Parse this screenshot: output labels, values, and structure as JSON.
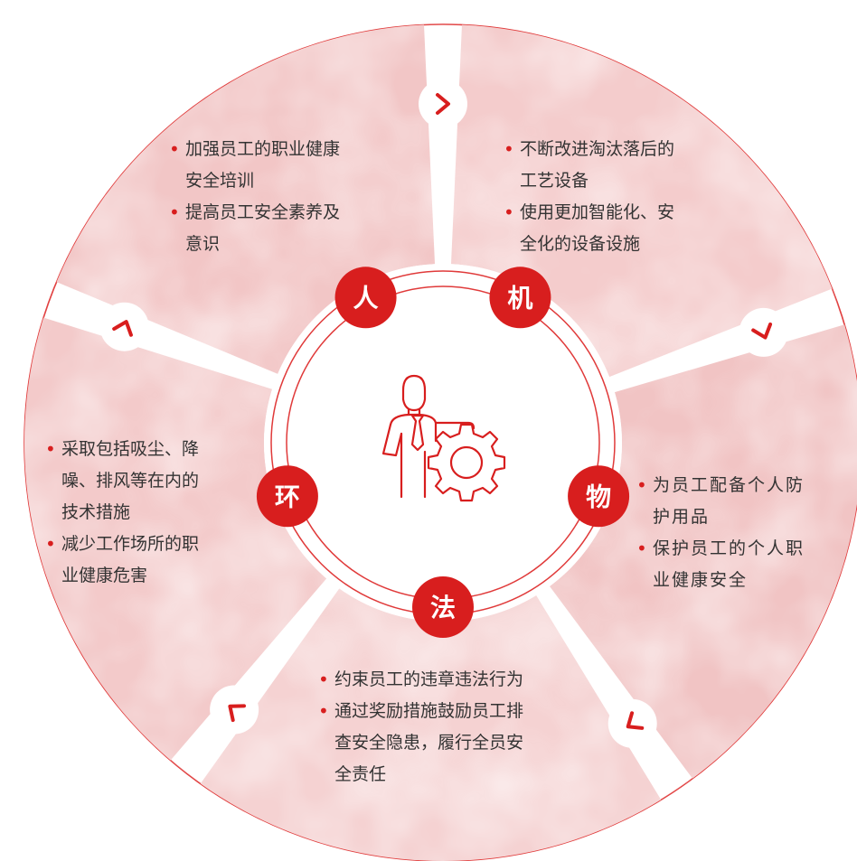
{
  "center": {
    "icon": "person-with-gear-icon"
  },
  "nodes": [
    {
      "key": "ren",
      "label": "人"
    },
    {
      "key": "ji",
      "label": "机"
    },
    {
      "key": "wu",
      "label": "物"
    },
    {
      "key": "fa",
      "label": "法"
    },
    {
      "key": "huan",
      "label": "环"
    }
  ],
  "segments": {
    "ren": {
      "items": [
        [
          "加强员工的职业健康",
          "安全培训"
        ],
        [
          "提高员工安全素养及",
          "意识"
        ]
      ]
    },
    "ji": {
      "items": [
        [
          "不断改进淘汰落后的",
          "工艺设备"
        ],
        [
          "使用更加智能化、安",
          "全化的设备设施"
        ]
      ]
    },
    "wu": {
      "items": [
        [
          "为员工配备个人防",
          "护用品"
        ],
        [
          "保护员工的个人职",
          "业健康安全"
        ]
      ]
    },
    "fa": {
      "items": [
        [
          "约束员工的违章违法行为"
        ],
        [
          "通过奖励措施鼓励员工排",
          "查安全隐患，履行全员安",
          "全责任"
        ]
      ]
    },
    "huan": {
      "items": [
        [
          "采取包括吸尘、降",
          "噪、排风等在内的",
          "技术措施"
        ],
        [
          "减少工作场所的职",
          "业健康危害"
        ]
      ]
    }
  },
  "arrows": [
    {
      "name": "arrow-right-icon",
      "glyph": ">"
    },
    {
      "name": "arrow-down-right-icon",
      "glyph": ">"
    },
    {
      "name": "arrow-down-left-icon",
      "glyph": ">"
    },
    {
      "name": "arrow-up-left-icon",
      "glyph": ">"
    },
    {
      "name": "arrow-up-icon",
      "glyph": ">"
    }
  ],
  "colors": {
    "accent": "#d81e1e",
    "ring": "#e03a3a",
    "segment_fill": "#f3c9c9",
    "segment_fill_light": "#f9e3e3",
    "text": "#333333"
  }
}
